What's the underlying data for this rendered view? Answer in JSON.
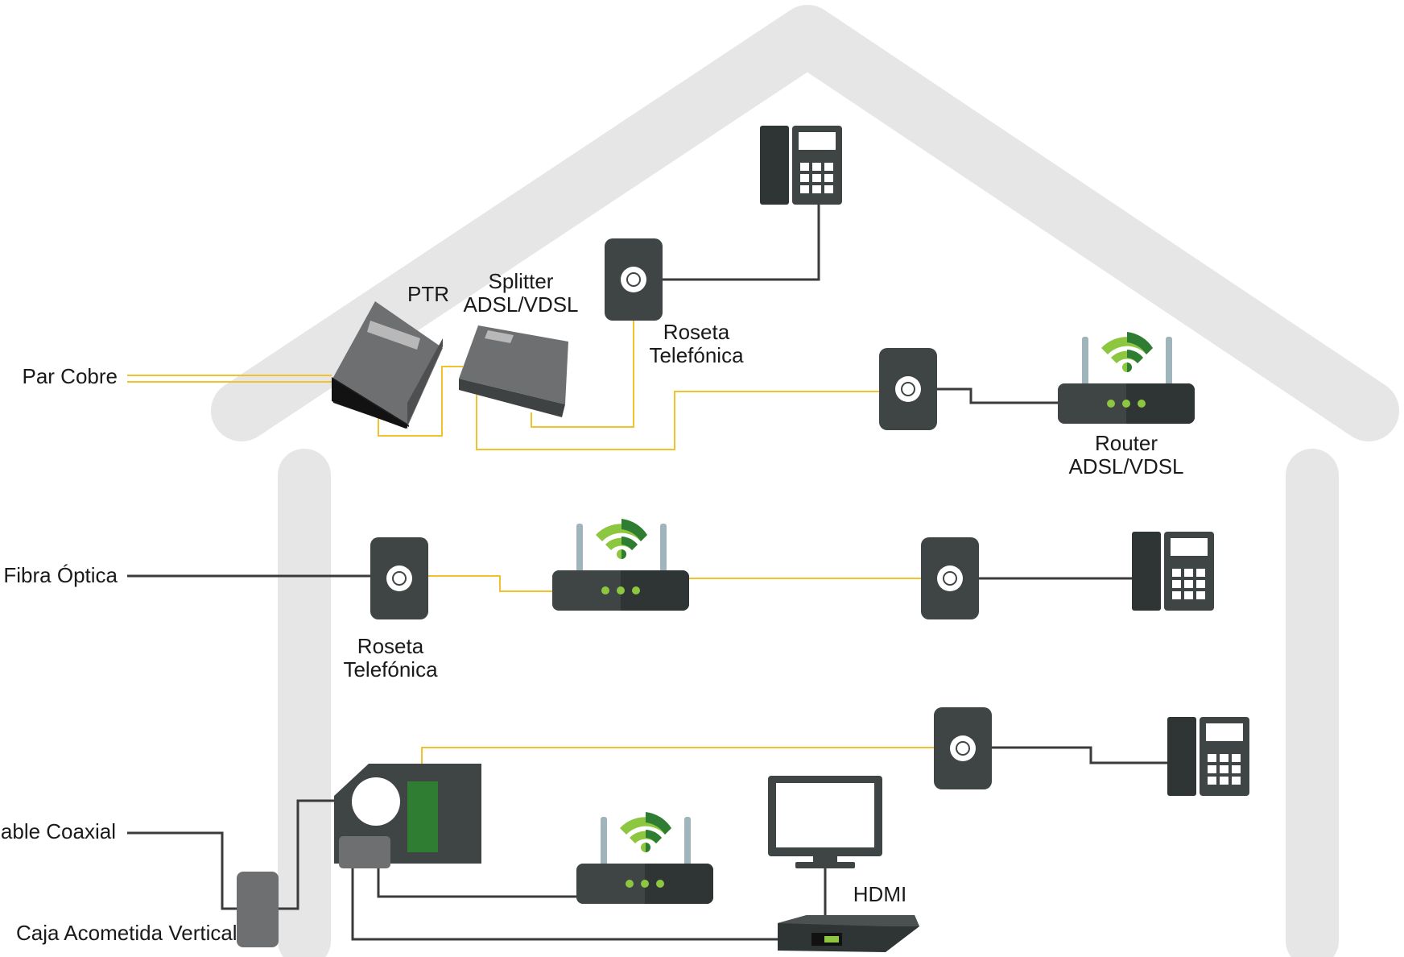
{
  "labels": {
    "par_cobre": "Par Cobre",
    "fibra_optica": "Fibra Óptica",
    "cable_coaxial": "Cable Coaxial",
    "caja_acometida": "Caja Acometida Vertical",
    "ptr": "PTR",
    "splitter_l1": "Splitter",
    "splitter_l2": "ADSL/VDSL",
    "roseta1_l1": "Roseta",
    "roseta1_l2": "Telefónica",
    "roseta2_l1": "Roseta",
    "roseta2_l2": "Telefónica",
    "router_l1": "Router",
    "router_l2": "ADSL/VDSL",
    "hdmi": "HDMI"
  },
  "colors": {
    "house": "#e6e6e6",
    "device_dark": "#3e4544",
    "device_darker": "#2f3534",
    "device_grey": "#6e6f71",
    "copper_line": "#f2c12e",
    "black_line": "#3b3b3b",
    "wifi_green": "#8dc63f",
    "wifi_dark_green": "#2e7d32",
    "antenna": "#9fb4bb"
  },
  "icons": [
    "house-outline",
    "ptr-box",
    "splitter-box",
    "wall-socket-icon",
    "desk-phone-icon",
    "wifi-router-icon",
    "cable-modem-icon",
    "tv-monitor-icon",
    "set-top-box-icon"
  ]
}
